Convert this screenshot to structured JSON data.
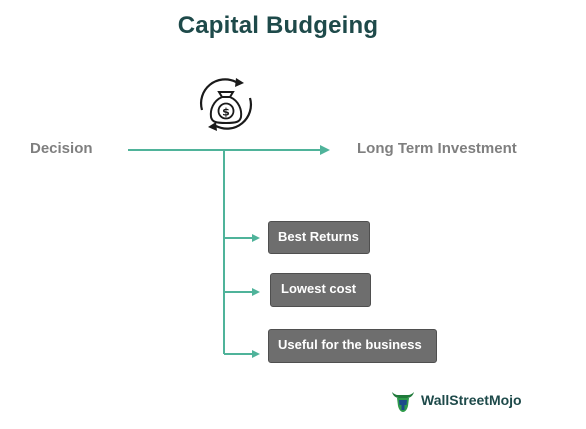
{
  "title": "Capital Budgeing",
  "flow": {
    "left_label": "Decision",
    "right_label": "Long Term Investment"
  },
  "branches": [
    {
      "label": "Best Returns"
    },
    {
      "label": "Lowest cost"
    },
    {
      "label": "Useful for the business"
    }
  ],
  "icons": {
    "center": "money-bag-cycle-icon",
    "logo": "wallstreetmojo-logo-icon"
  },
  "logo": {
    "text": "WallStreetMojo"
  },
  "colors": {
    "title": "#1e4a4a",
    "connector": "#4fb39a",
    "box_fill": "#6e6e6e",
    "label_text": "#7f7f7f"
  }
}
